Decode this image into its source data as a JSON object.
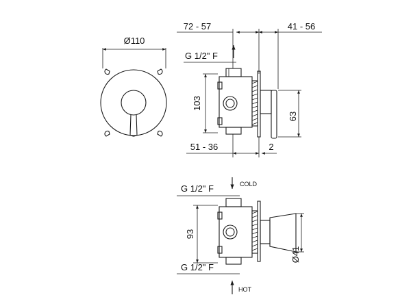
{
  "dims": {
    "diameter_plate": "Ø110",
    "depth_total": "72 - 57",
    "depth_lever": "41 - 56",
    "thread_top": "G 1/2\" F",
    "height_body": "103",
    "height_lever": "63",
    "depth_body": "51 - 36",
    "plate_thickness": "2",
    "thread_cold": "G 1/2\" F",
    "height_bottom": "93",
    "thread_hot": "G 1/2\" F",
    "diameter_handle": "Ø41"
  },
  "flow": {
    "cold_label": "COLD",
    "hot_label": "HOT"
  }
}
